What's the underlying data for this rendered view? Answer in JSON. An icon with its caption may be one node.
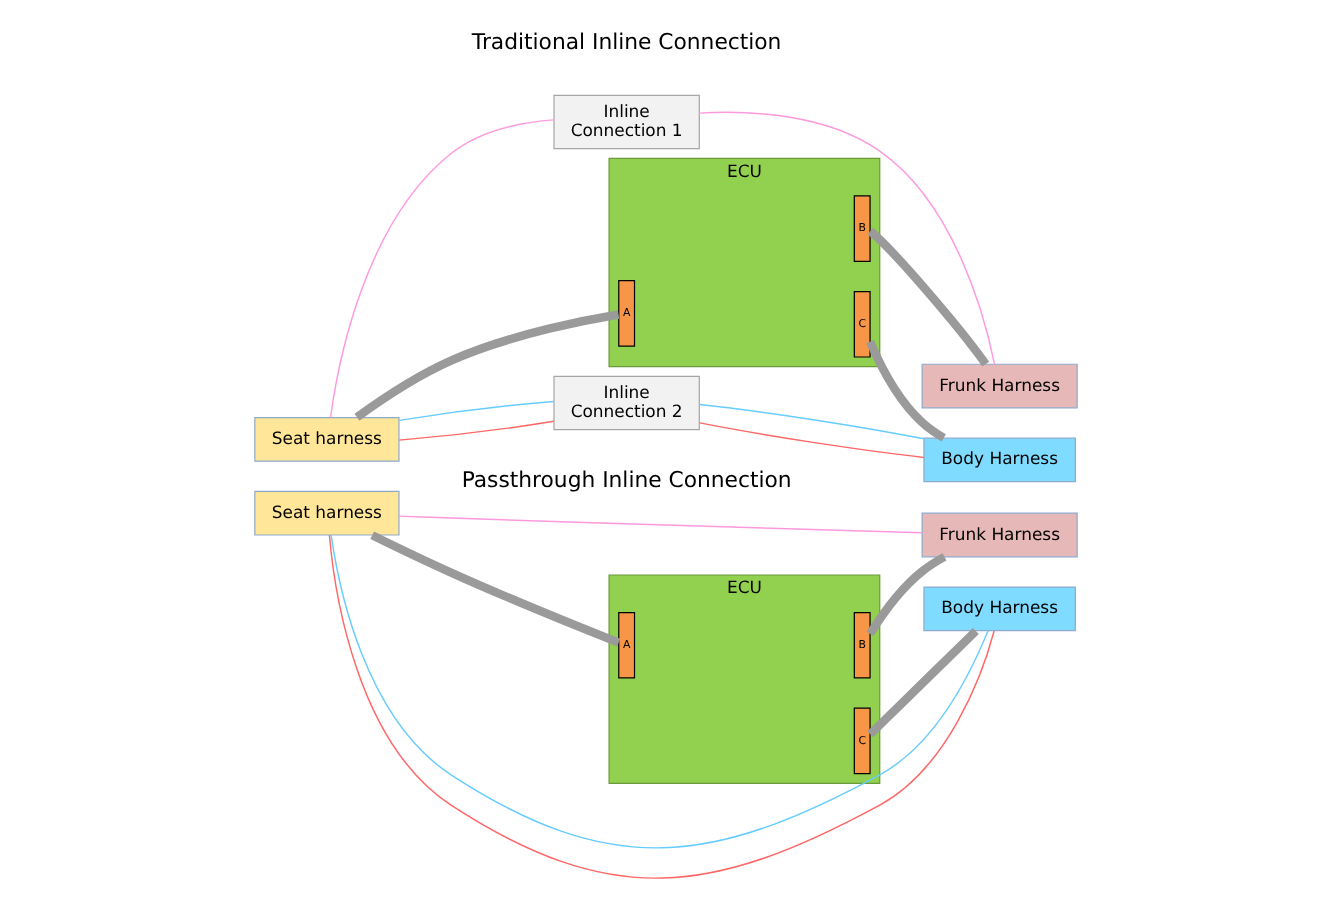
{
  "diagram": {
    "nodes": [
      {
        "text": [
          "Seat harness"
        ]
      },
      {
        "text": [
          "Inline Connection 1"
        ]
      },
      {
        "text": [
          "ECU"
        ]
      },
      {
        "text": [
          "A"
        ],
        "in": 2
      },
      {
        "text": [
          "B"
        ],
        "in": 2
      },
      {
        "text": [
          "C"
        ],
        "in": 2
      },
      {
        "text": [
          "Frunk Harness"
        ]
      },
      {
        "text": [
          "Body Harness"
        ]
      },
      {
        "text": [
          "Inline Connection 2"
        ]
      },
      {
        "text": [
          "Seat harness"
        ]
      },
      {
        "text": [
          "ECU"
        ]
      },
      {
        "text": [
          "A"
        ],
        "in": 10
      },
      {
        "text": [
          "B"
        ],
        "in": 10
      },
      {
        "text": [
          "C"
        ],
        "in": 10
      },
      {
        "text": [
          "Frunk Harness"
        ]
      },
      {
        "text": [
          "Body Harness"
        ]
      }
    ],
    "edges": [
      {
        "from": 0,
        "to": 1,
        "arrow": "none",
        "color": "#ff99dd"
      },
      {
        "from": 1,
        "to": 6,
        "arrow": "none",
        "color": "#ff99dd"
      },
      {
        "from": 0,
        "to": 3,
        "arrow": "none",
        "style": "thick"
      },
      {
        "from": 4,
        "to": 6,
        "arrow": "none",
        "style": "thick"
      },
      {
        "from": 5,
        "to": 7,
        "arrow": "none",
        "style": "thick"
      },
      {
        "from": 0,
        "to": 8,
        "arrow": "none",
        "color": "#ff6666"
      },
      {
        "from": 0,
        "to": 8,
        "arrow": "none",
        "color": "#66ccff"
      },
      {
        "from": 8,
        "to": 7,
        "arrow": "none",
        "color": "#ff6666"
      },
      {
        "from": 8,
        "to": 7,
        "arrow": "none",
        "color": "#66ccff"
      },
      {
        "from": 9,
        "to": 11,
        "arrow": "none",
        "style": "thick"
      },
      {
        "from": 9,
        "to": 14,
        "arrow": "none",
        "color": "#ff99dd"
      },
      {
        "from": 9,
        "to": 15,
        "arrow": "none",
        "color": "#ff6666"
      },
      {
        "from": 9,
        "to": 15,
        "arrow": "none",
        "color": "#66ccff"
      },
      {
        "from": 12,
        "to": 14,
        "arrow": "none",
        "style": "thick"
      },
      {
        "from": 13,
        "to": 15,
        "arrow": "none",
        "style": "thick"
      }
    ],
    "labels": [
      "Traditional Inline Connection",
      "Passthrough Inline Connection"
    ]
  }
}
